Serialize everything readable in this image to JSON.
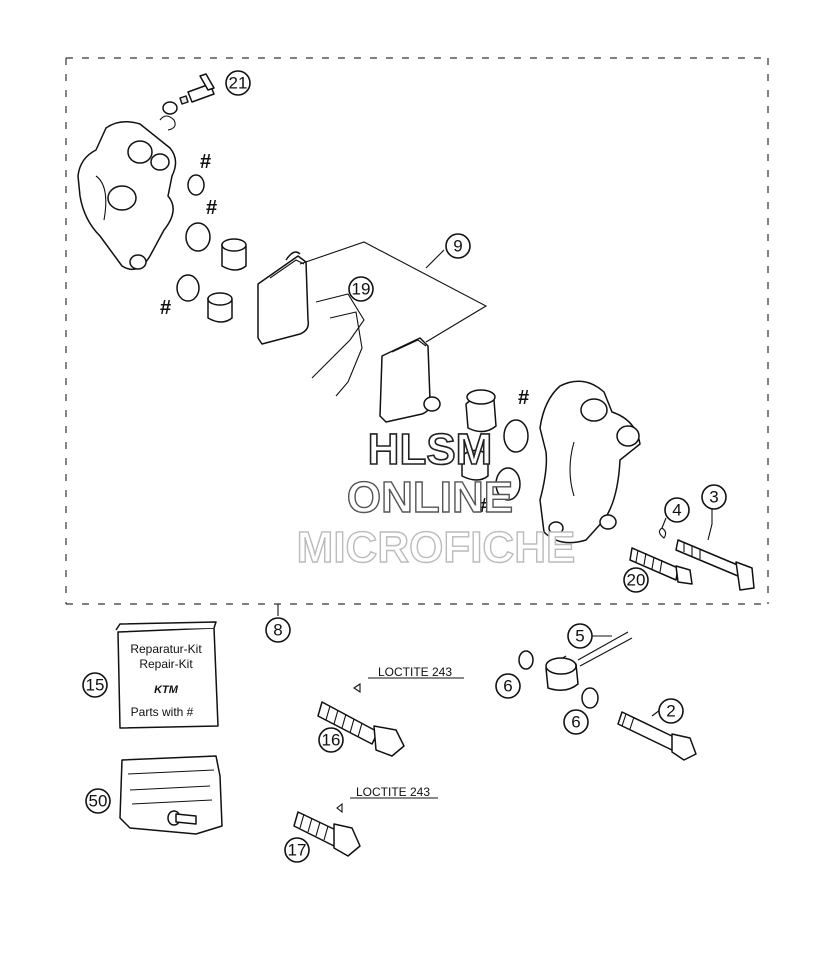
{
  "callouts": {
    "c21": "21",
    "c9": "9",
    "c19": "19",
    "c3": "3",
    "c4": "4",
    "c20": "20",
    "c8": "8",
    "c15": "15",
    "c16": "16",
    "c5": "5",
    "c6a": "6",
    "c6b": "6",
    "c2": "2",
    "c50": "50",
    "c17": "17"
  },
  "hash_symbol": "#",
  "loctite": {
    "upper": "LOCTITE 243",
    "lower": "LOCTITE 243"
  },
  "repair_kit": {
    "line1": "Reparatur-Kit",
    "line2": "Repair-Kit",
    "logo": "KTM",
    "line3": "Parts with #"
  },
  "watermark": {
    "line1": "HLSM",
    "line2": "ONLINE",
    "line3": "MICROFICHE"
  }
}
